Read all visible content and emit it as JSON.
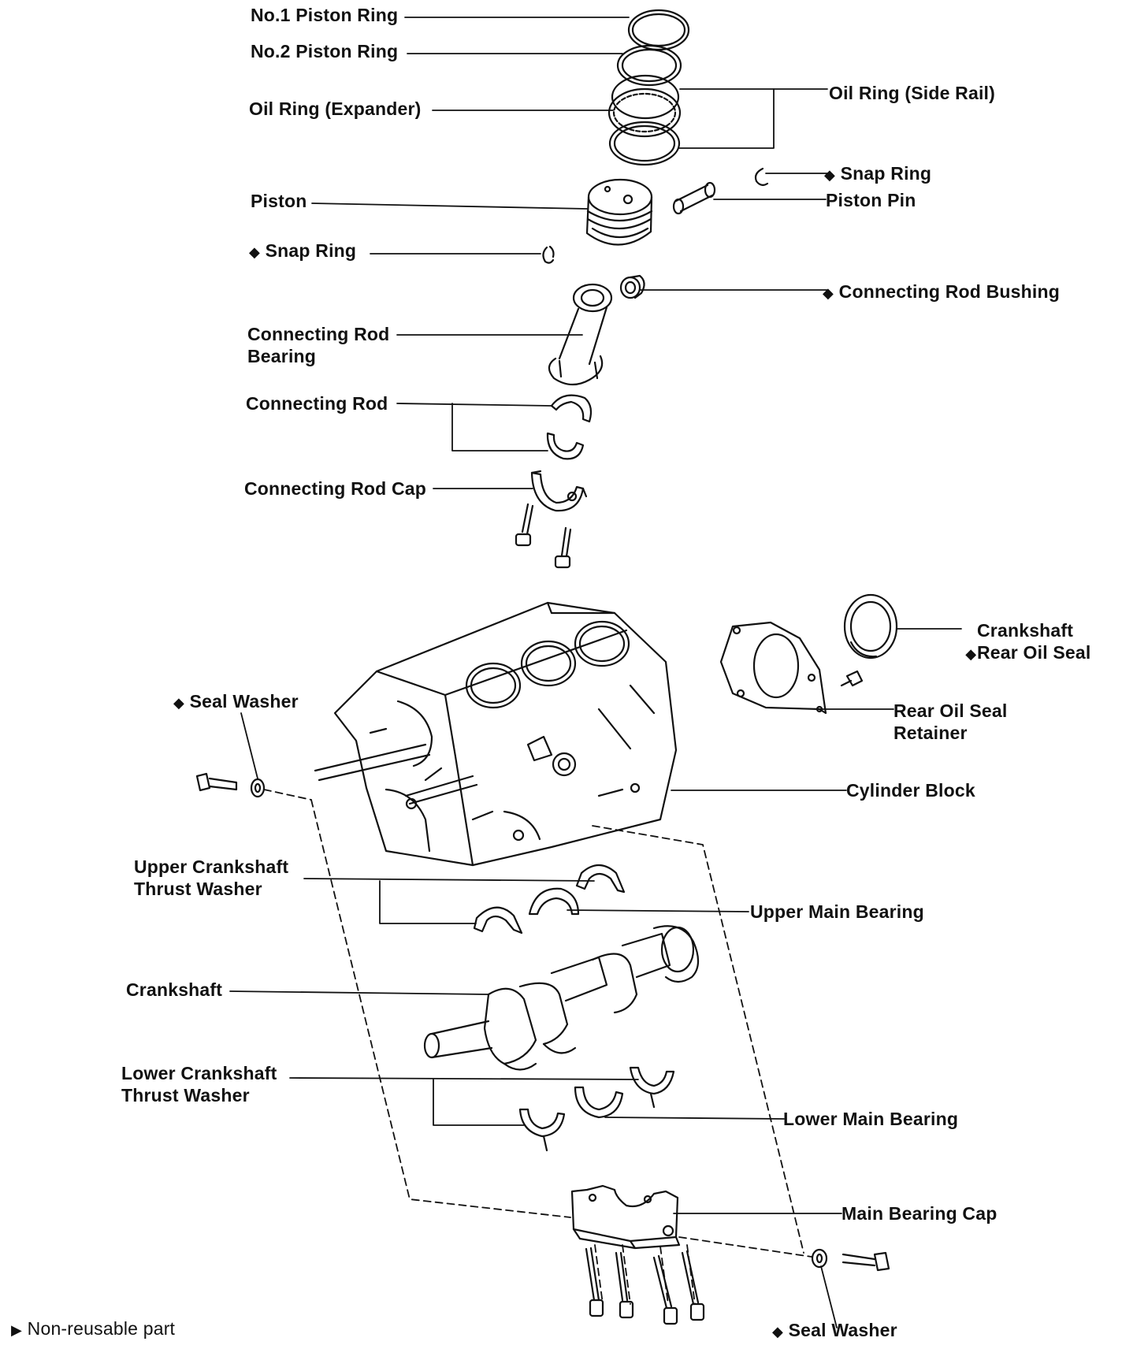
{
  "diagram": {
    "non_reusable_marker": "◆",
    "legend": {
      "marker": "▶",
      "text": "Non-reusable part"
    },
    "labels": {
      "no1_piston_ring": "No.1 Piston Ring",
      "no2_piston_ring": "No.2 Piston Ring",
      "oil_ring_expander": "Oil Ring (Expander)",
      "oil_ring_side_rail": "Oil Ring (Side Rail)",
      "snap_ring_right": "Snap Ring",
      "piston": "Piston",
      "piston_pin": "Piston Pin",
      "snap_ring_left": "Snap Ring",
      "connecting_rod_bushing": "Connecting Rod Bushing",
      "connecting_rod_bearing": "Connecting Rod\nBearing",
      "connecting_rod": "Connecting Rod",
      "connecting_rod_cap": "Connecting Rod Cap",
      "crankshaft_rear_oil_seal": "Crankshaft\nRear Oil Seal",
      "rear_oil_seal_retainer": "Rear Oil Seal\nRetainer",
      "seal_washer_top": "Seal Washer",
      "cylinder_block": "Cylinder Block",
      "upper_crankshaft_thrust_washer": "Upper Crankshaft\nThrust Washer",
      "upper_main_bearing": "Upper Main Bearing",
      "crankshaft": "Crankshaft",
      "lower_crankshaft_thrust_washer": "Lower Crankshaft\nThrust Washer",
      "lower_main_bearing": "Lower Main Bearing",
      "main_bearing_cap": "Main Bearing Cap",
      "seal_washer_bottom": "Seal Washer"
    }
  }
}
